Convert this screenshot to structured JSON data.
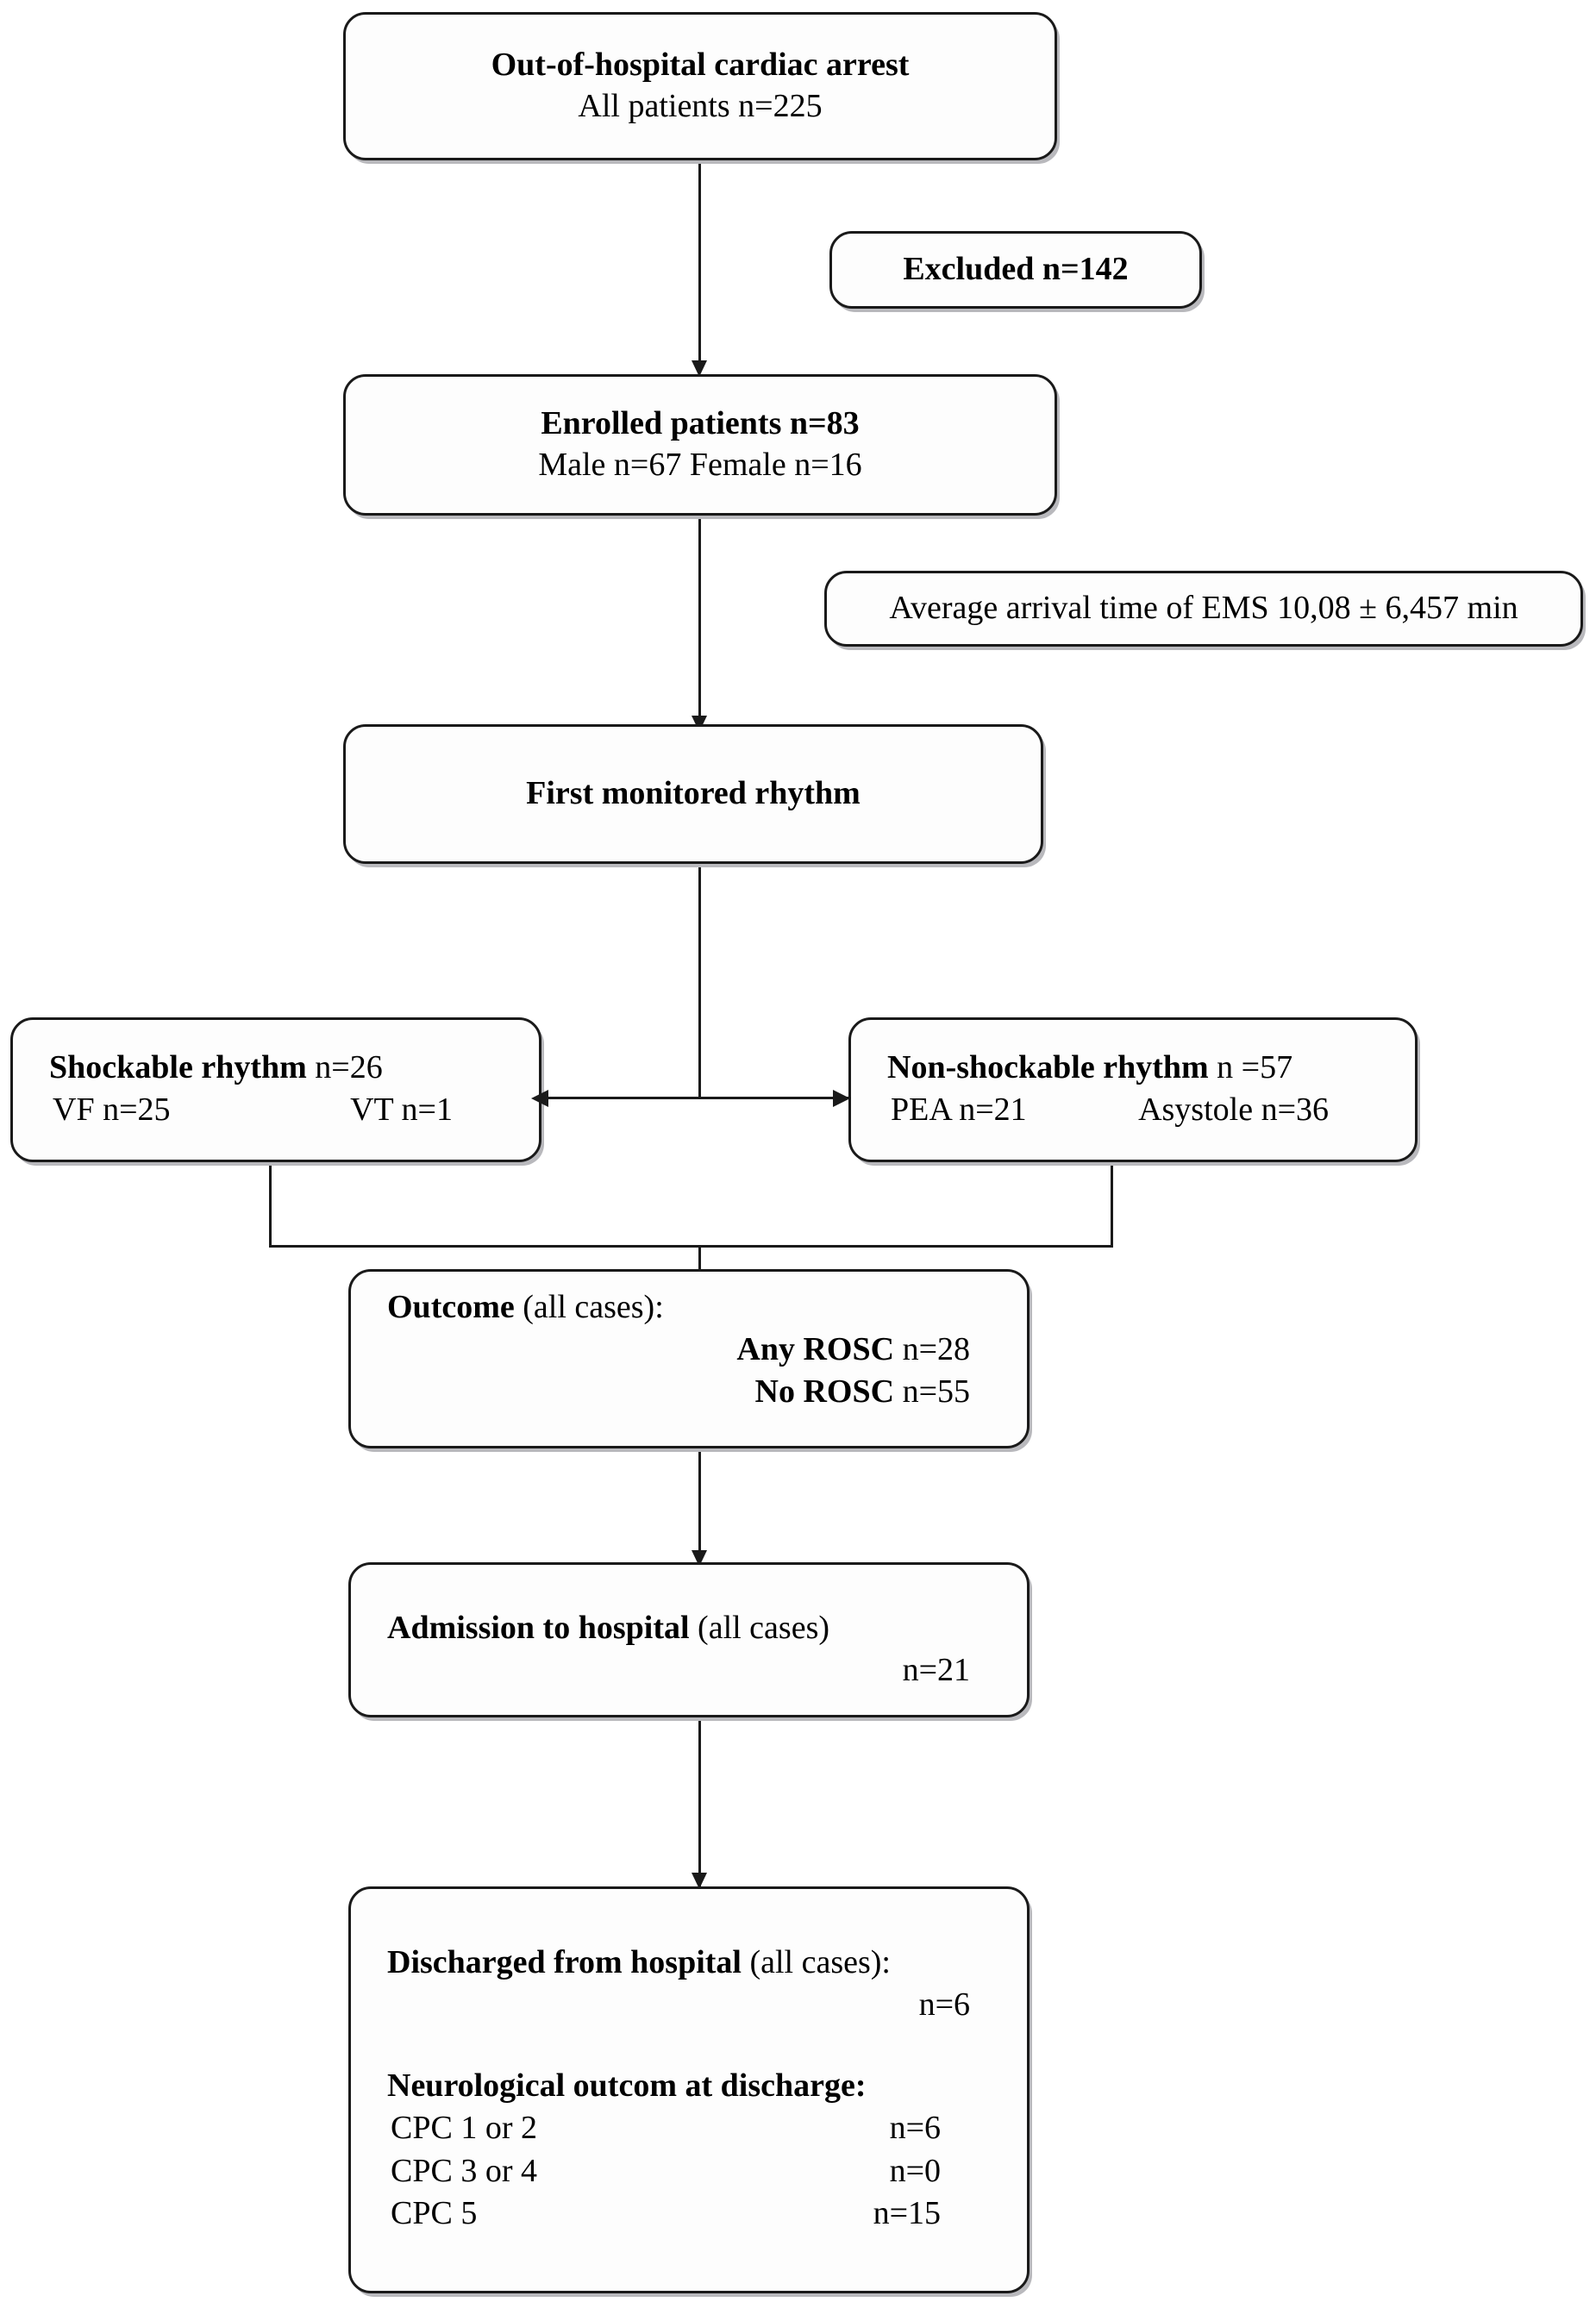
{
  "diagram": {
    "title": "Out-of-hospital cardiac arrest patient flow",
    "type": "flowchart",
    "line_color": "#1a1a1a",
    "box_fill": "#fdfdfd",
    "shadow_color": "#b9b9bd"
  },
  "nodes": {
    "source": {
      "line1": "Out-of-hospital cardiac arrest",
      "line2": "All patients n=225"
    },
    "excluded": {
      "label": "Excluded n=142"
    },
    "enrolled": {
      "line1": "Enrolled patients n=83",
      "line2": "Male  n=67   Female n=16"
    },
    "ems": {
      "label": "Average arrival time of EMS 10,08 ± 6,457 min"
    },
    "first_rhythm": {
      "label": "First monitored rhythm"
    },
    "shockable": {
      "title": "Shockable rhythm",
      "count": "n=26",
      "sub_left": "VF n=25",
      "sub_right": "VT n=1"
    },
    "non_shockable": {
      "title": "Non-shockable rhythm",
      "count": "n =57",
      "sub_left": "PEA n=21",
      "sub_right": "Asystole n=36"
    },
    "outcome": {
      "title": "Outcome",
      "title_suffix": "(all cases):",
      "rows": [
        {
          "label": "Any ROSC",
          "value": "n=28"
        },
        {
          "label": "No ROSC",
          "value": "n=55"
        }
      ]
    },
    "admission": {
      "title": "Admission to hospital",
      "title_suffix": "(all cases)",
      "value": "n=21"
    },
    "discharged": {
      "title": "Discharged from hospital",
      "title_suffix": "(all cases):",
      "value": "n=6",
      "neuro_heading": "Neurological outcom at discharge:",
      "neuro_rows": [
        {
          "label": "CPC 1 or 2",
          "value": "n=6"
        },
        {
          "label": "CPC 3 or 4",
          "value": "n=0"
        },
        {
          "label": "CPC 5",
          "value": "n=15"
        }
      ]
    }
  }
}
